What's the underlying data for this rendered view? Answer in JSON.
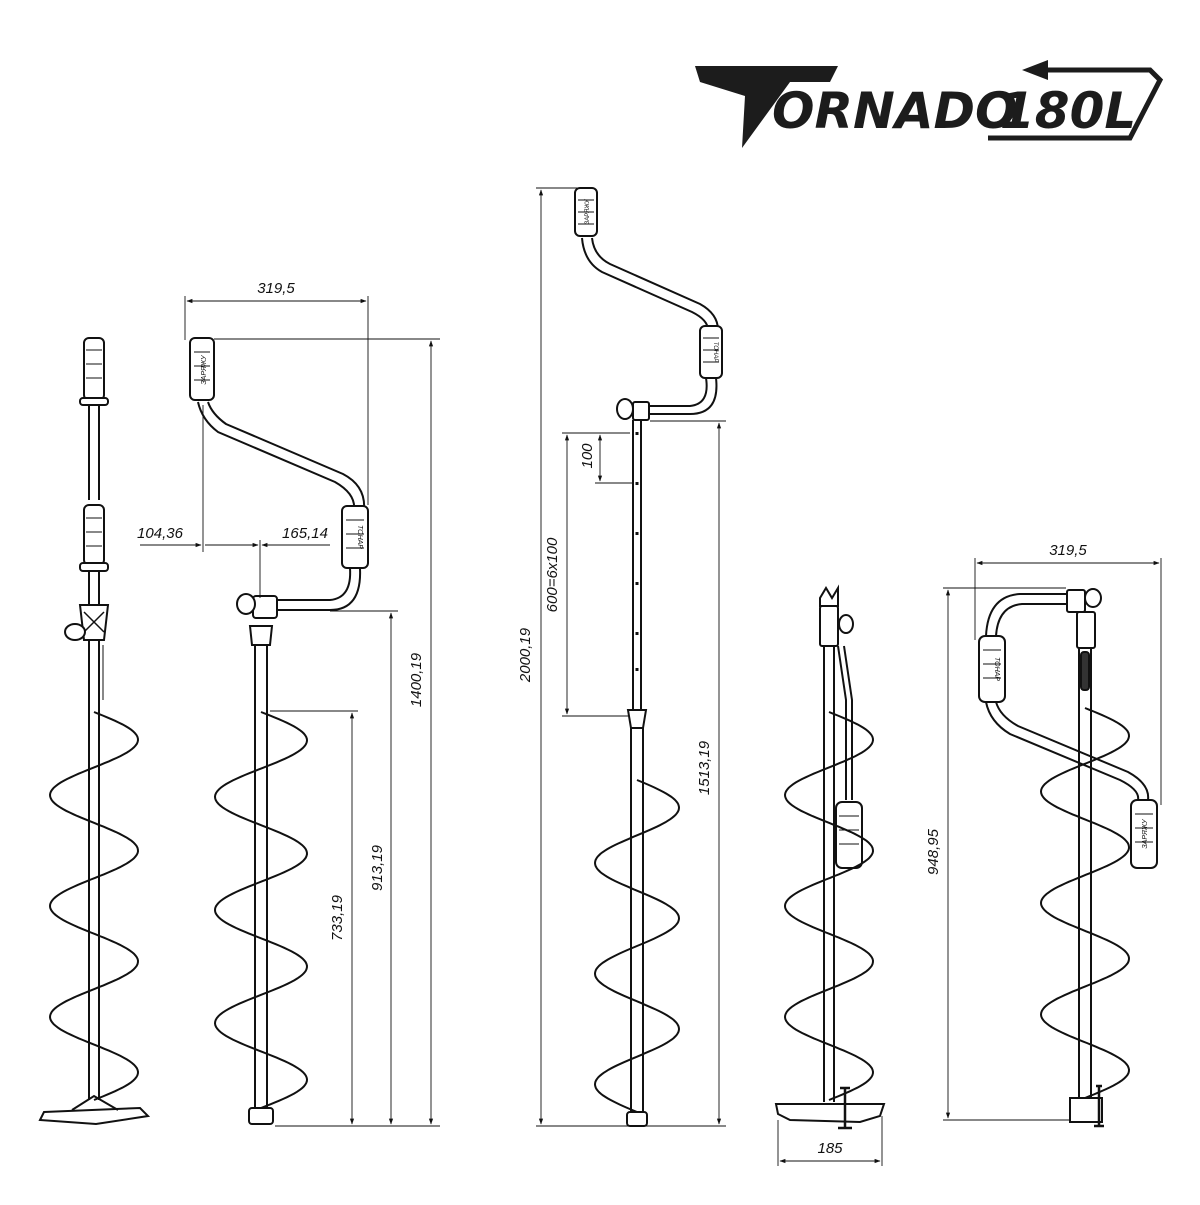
{
  "logo": {
    "brand": "ORNADO",
    "model": "180L"
  },
  "handle_labels": {
    "top": "ЗАРЯЖУ",
    "bottom": "ТОНАР"
  },
  "views": {
    "view1": {},
    "view2": {
      "dims": {
        "width_top": "319,5",
        "left_offset": "104,36",
        "right_offset": "165,14",
        "auger_len": "733,19",
        "to_handle": "913,19",
        "total": "1400,19"
      }
    },
    "view3": {
      "dims": {
        "total": "2000,19",
        "extension": "600=6x100",
        "step": "100",
        "lower": "1513,19"
      }
    },
    "view4": {
      "dims": {
        "blade_width": "185"
      }
    },
    "view5": {
      "dims": {
        "width_top": "319,5",
        "total": "948,95"
      }
    }
  }
}
